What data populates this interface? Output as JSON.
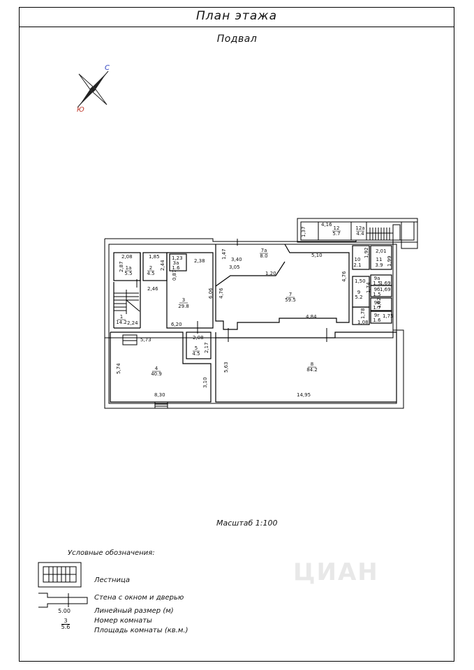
{
  "header": {
    "title": "План этажа",
    "subtitle": "Подвал"
  },
  "compass": {
    "north": "С",
    "south": "Ю"
  },
  "scale": "Масштаб 1:100",
  "watermark": "ЦИАН",
  "rooms": [
    {
      "num": "1",
      "area": "14.2"
    },
    {
      "num": "1а",
      "area": "5.5"
    },
    {
      "num": "2",
      "area": "4.5"
    },
    {
      "num": "3",
      "area": "29.8"
    },
    {
      "num": "3а",
      "area": "1.6"
    },
    {
      "num": "4",
      "area": "40.9"
    },
    {
      "num": "5",
      "area": "4.5"
    },
    {
      "num": "7",
      "area": "59.5"
    },
    {
      "num": "7а",
      "area": "8.0"
    },
    {
      "num": "8",
      "area": "84.2"
    },
    {
      "num": "9",
      "area": "5.2"
    },
    {
      "num": "9а",
      "area": "1.5"
    },
    {
      "num": "9б",
      "area": "1.5"
    },
    {
      "num": "9в",
      "area": "1.7"
    },
    {
      "num": "9г",
      "area": "1.6"
    },
    {
      "num": "10",
      "area": "2.1"
    },
    {
      "num": "11",
      "area": "3.9"
    },
    {
      "num": "12",
      "area": "5.7"
    },
    {
      "num": "12а",
      "area": "4.4"
    }
  ],
  "dimensions": [
    "2,08",
    "2,87",
    "1,85",
    "2,44",
    "1,23",
    "2,38",
    "0,87",
    "2,46",
    "6,06",
    "2,24",
    "6,20",
    "5,73",
    "2,08",
    "2,17",
    "5,74",
    "3,10",
    "8,30",
    "1,47",
    "3,40",
    "3,05",
    "1,20",
    "5,10",
    "4,76",
    "4,76",
    "4,84",
    "5,63",
    "14,95",
    "1,37",
    "4,16",
    "2,01",
    "1,99",
    "1,92",
    "1,50",
    "1,74",
    "1,69",
    "1,69",
    "1,02",
    "1,75",
    "1,08",
    "1,78"
  ],
  "legend": {
    "title": "Условные обозначения:",
    "items": [
      {
        "label": "Лестница"
      },
      {
        "label": "Стена с окном и дверью"
      },
      {
        "label": "Линейный размер (м)",
        "sample": "5.00"
      },
      {
        "label": "Номер комнаты",
        "sample": "3"
      },
      {
        "label": "Площадь комнаты (кв.м.)",
        "sample": "5.6"
      }
    ]
  }
}
